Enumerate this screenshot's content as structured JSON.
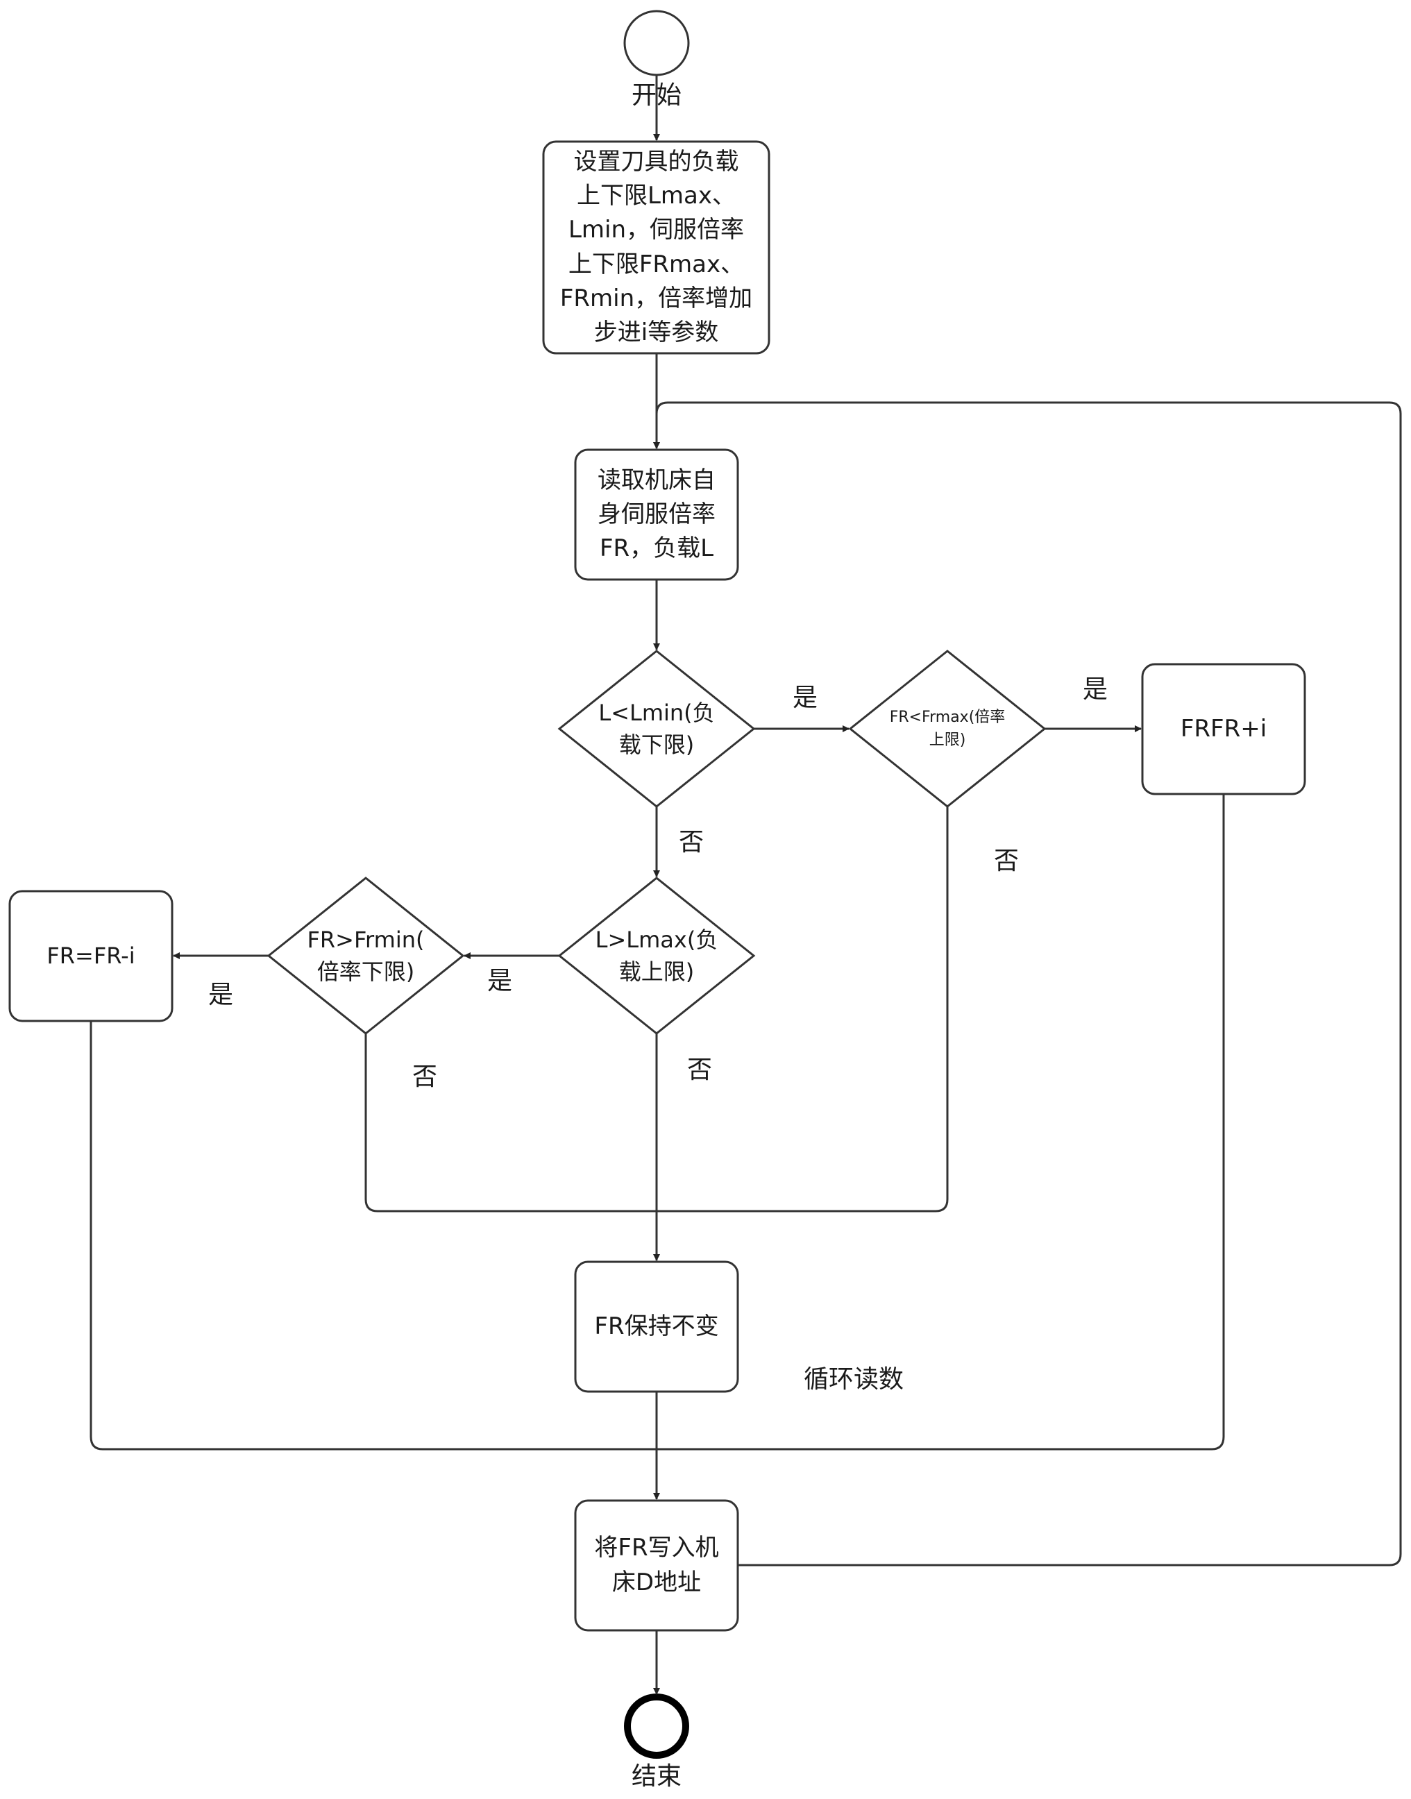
{
  "flowchart": {
    "start_label": "开始",
    "end_label": "结束",
    "setup_box": "设置刀具的负载\n上下限Lmax、\nLmin，伺服倍率\n上下限FRmax、\nFRmin，倍率增加\n步进i等参数",
    "read_box": "读取机床自\n身伺服倍率\nFR，负载L",
    "decision_lmin": "L<Lmin(负\n载下限)",
    "decision_frmax": "FR<Frmax(倍率\n上限)",
    "increase_box": "FRFR+i",
    "decision_lmax": "L>Lmax(负\n载上限)",
    "decision_frmin": "FR>Frmin(\n倍率下限)",
    "decrease_box": "FR=FR-i",
    "keep_box": "FR保持不变",
    "write_box": "将FR写入机\n床D地址",
    "loop_label": "循环读数",
    "yes_label": "是",
    "no_label": "否"
  }
}
